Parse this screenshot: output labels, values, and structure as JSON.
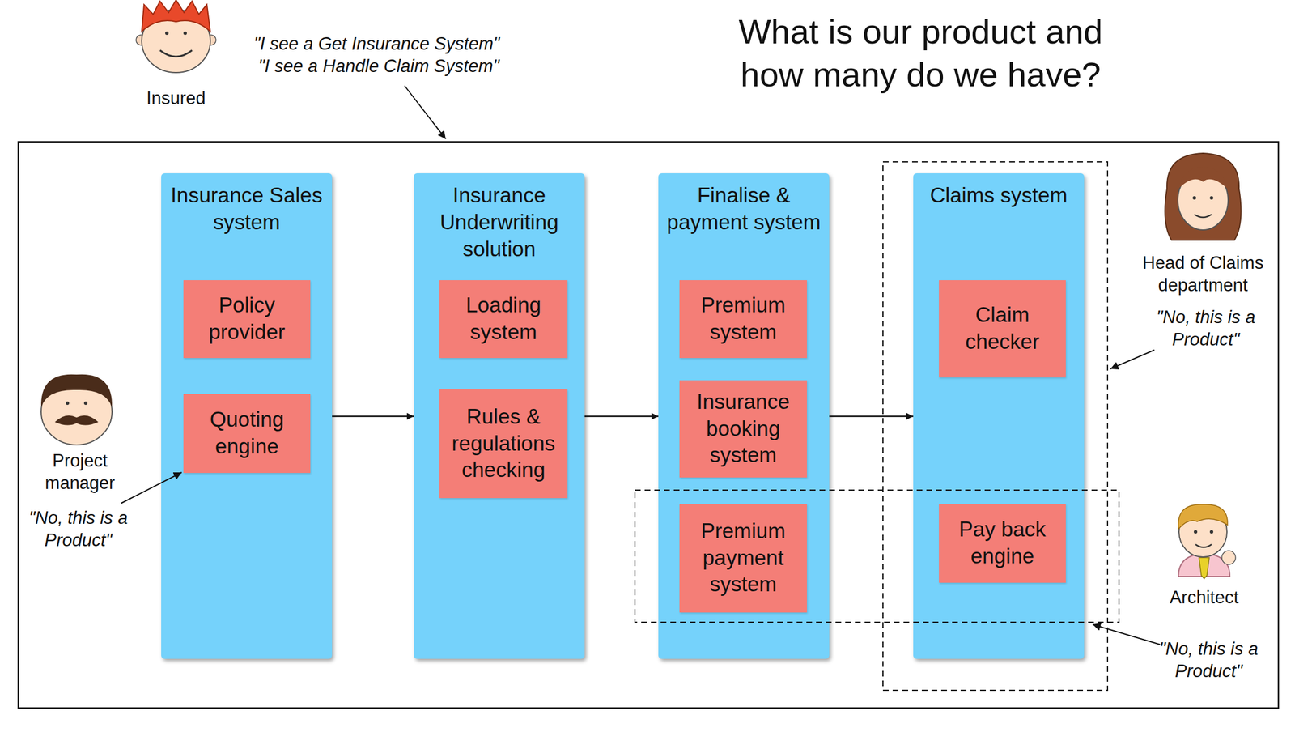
{
  "diagram": {
    "title": "What is our product and how many do we have?",
    "nodes": [
      {
        "text": [
          "Insurance Sales system"
        ]
      },
      {
        "text": [
          "Policy provider"
        ],
        "in": 0
      },
      {
        "text": [
          "Quoting engine"
        ],
        "in": 0
      },
      {
        "text": [
          "Insurance Underwriting solution"
        ]
      },
      {
        "text": [
          "Loading system"
        ],
        "in": 3
      },
      {
        "text": [
          "Rules & regulations checking"
        ],
        "in": 3
      },
      {
        "text": [
          "Finalise & payment system"
        ]
      },
      {
        "text": [
          "Premium system"
        ],
        "in": 6
      },
      {
        "text": [
          "Insurance booking system"
        ],
        "in": 6
      },
      {
        "text": [
          "Premium payment system"
        ],
        "in": 6
      },
      {
        "text": [
          "Claims system"
        ]
      },
      {
        "text": [
          "Claim checker"
        ],
        "in": 10
      },
      {
        "text": [
          "Pay back engine"
        ],
        "in": 10
      }
    ],
    "edges": [
      {
        "from": 0,
        "to": 3,
        "arrow": "to"
      },
      {
        "from": 3,
        "to": 6,
        "arrow": "to"
      },
      {
        "from": 6,
        "to": 10,
        "arrow": "to"
      }
    ],
    "labels": [
      "Insured",
      "\"I see a Get Insurance System\"",
      "\"I see a Handle Claim System\"",
      "Project manager",
      "\"No, this is a Product\"",
      "Head of Claims department",
      "\"No, this is a Product\"",
      "Architect",
      "\"No, this is a Product\""
    ]
  }
}
